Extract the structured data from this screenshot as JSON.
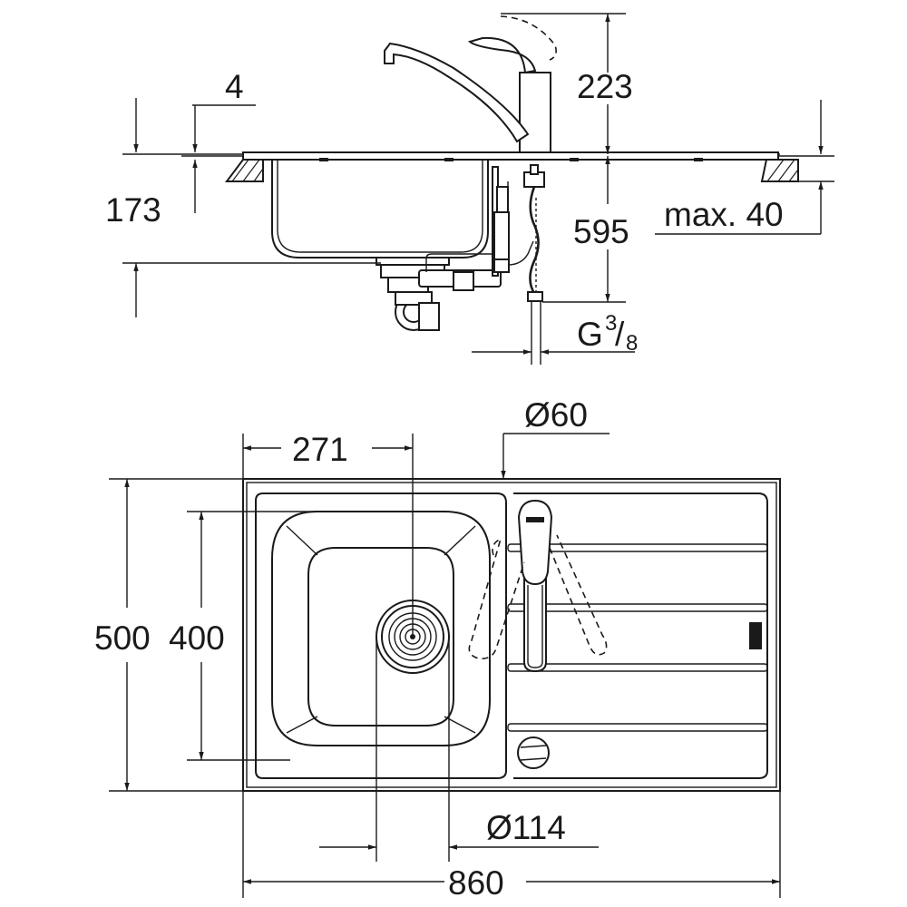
{
  "dimensions": {
    "faucet_height": "223",
    "deck_thickness": "4",
    "bowl_depth": "173",
    "connection_length": "595",
    "max_worktop": "max. 40",
    "thread_prefix": "G",
    "thread_numerator": "3",
    "thread_slash": "/",
    "thread_denominator": "8",
    "tap_hole_diameter": "Ø60",
    "bowl_center_offset": "271",
    "overall_depth": "500",
    "bowl_depth_plan": "400",
    "waste_diameter": "Ø114",
    "overall_width": "860"
  },
  "colors": {
    "line": "#1a1a1a",
    "background": "#ffffff"
  }
}
